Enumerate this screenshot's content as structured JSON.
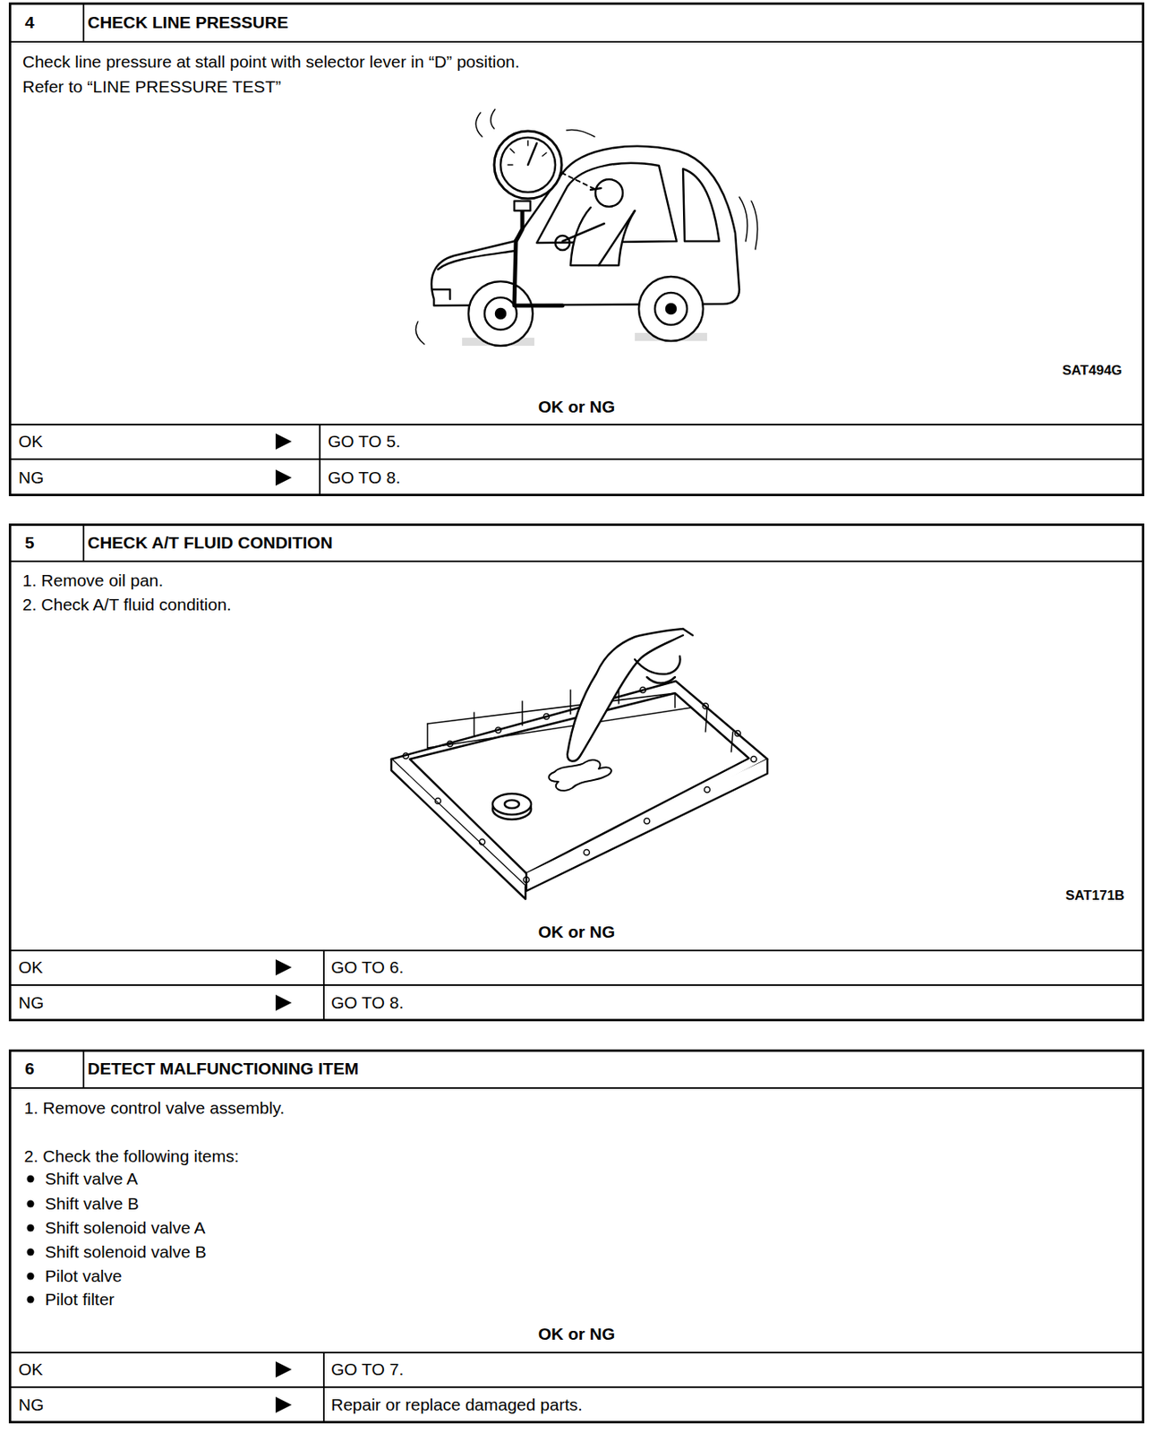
{
  "diagram": {
    "nodes": [
      {
        "text": [
          "4",
          "CHECK LINE PRESSURE",
          "Check line pressure at stall point with selector lever in “D” position.",
          "Refer to “LINE PRESSURE TEST”",
          "OK or NG"
        ]
      },
      {
        "text": [
          "5",
          "CHECK A/T FLUID CONDITION",
          "1. Remove oil pan.",
          "2. Check A/T fluid condition.",
          "OK or NG"
        ]
      },
      {
        "text": [
          "6",
          "DETECT MALFUNCTIONING ITEM",
          "1. Remove control valve assembly.",
          "2. Check the following items:",
          "Shift valve A",
          "Shift valve B",
          "Shift solenoid valve A",
          "Shift solenoid valve B",
          "Pilot valve",
          "Pilot filter",
          "OK or NG"
        ]
      }
    ],
    "labels": [
      "SAT494G",
      "OK",
      "GO TO 5.",
      "NG",
      "GO TO 8.",
      "SAT171B",
      "OK",
      "GO TO 6.",
      "NG",
      "GO TO 8.",
      "OK",
      "GO TO 7.",
      "NG",
      "Repair or replace damaged parts."
    ]
  }
}
